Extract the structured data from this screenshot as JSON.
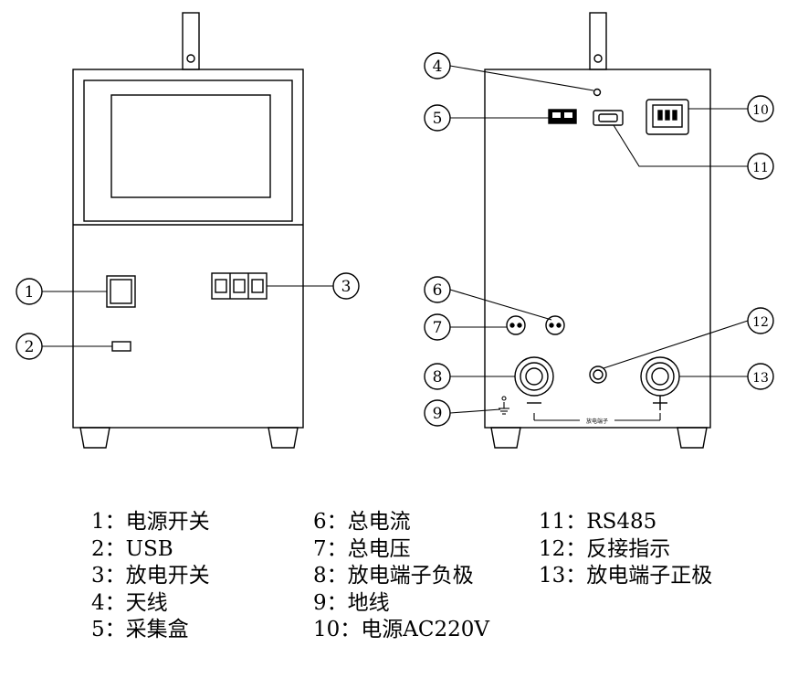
{
  "callouts": [
    "1",
    "2",
    "3",
    "4",
    "5",
    "6",
    "7",
    "8",
    "9",
    "10",
    "11",
    "12",
    "13"
  ],
  "rear_terminal_label": "放电端子",
  "legend": {
    "col1": [
      "1：电源开关",
      "2：USB",
      "3：放电开关",
      "4：天线",
      "5：采集盒"
    ],
    "col2": [
      "6：总电流",
      "7：总电压",
      "8：放电端子负极",
      "9：地线",
      "10：电源AC220V"
    ],
    "col3": [
      "11：RS485",
      "12：反接指示",
      "13：放电端子正极"
    ]
  }
}
